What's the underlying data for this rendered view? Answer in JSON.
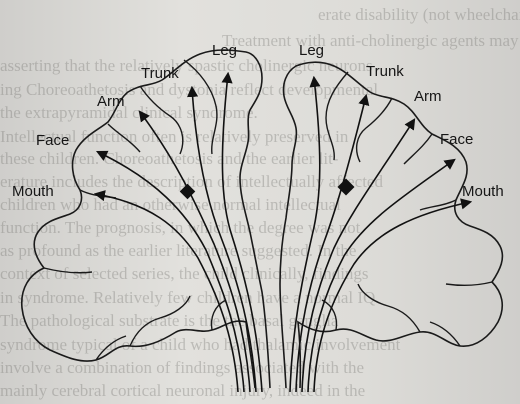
{
  "figure": {
    "left_labels": {
      "mouth": "Mouth",
      "face": "Face",
      "arm": "Arm",
      "trunk": "Trunk",
      "leg": "Leg"
    },
    "right_labels": {
      "leg": "Leg",
      "trunk": "Trunk",
      "arm": "Arm",
      "face": "Face",
      "mouth": "Mouth"
    }
  },
  "background_text": [
    "erate disability (not wheelchair bound).",
    "Treatment with anti-cholinergic agents may be beneficial.",
    "asserting that the relatively spastic cholinergic neurons",
    "ing Choreoathetosis and dystonia reflect developmental",
    "the extrapyramidal clinical syndrome.",
    "Intellectual function often is relatively preserved in",
    "these children. Choreoathetosis and the earlier lit-",
    "erature includes the description of intellectually affected",
    "children who had an otherwise normal intellectual",
    "function. The prognosis, in which the degree was not",
    "as profound as the earlier literature suggested. In the",
    "context of selected series, the child clinically, findings",
    "in syndrome. Relatively few children have a normal IQ.",
    "The pathological substrate is the the basal ganglia",
    "syndrome typical of a child who had thalamic involvement",
    "involve a combination of findings associated with the",
    "mainly cerebral cortical neuronal injury, indeed in the"
  ]
}
